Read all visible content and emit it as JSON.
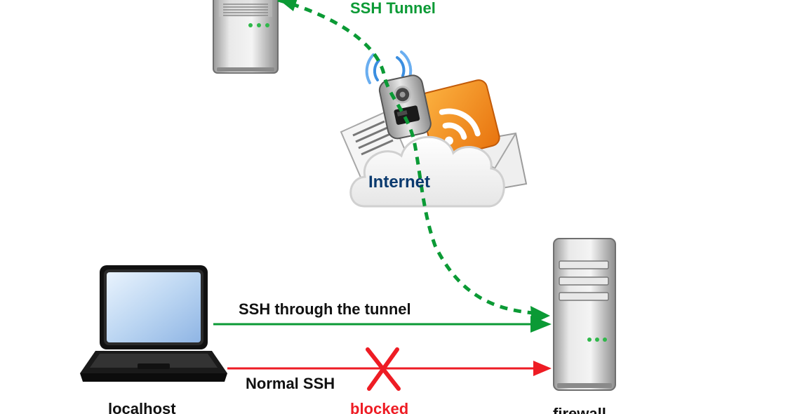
{
  "labels": {
    "ssh_tunnel": "SSH Tunnel",
    "internet": "Internet",
    "ssh_through_tunnel": "SSH through the tunnel",
    "normal_ssh": "Normal SSH",
    "blocked": "blocked",
    "localhost": "localhost",
    "firewall": "firewall"
  },
  "colors": {
    "tunnel_green": "#0b9a35",
    "blocked_red": "#ee1c24",
    "internet_text": "#0b3a6e",
    "label_black": "#111111"
  },
  "icons": [
    "server-icon",
    "laptop-icon",
    "internet-cloud-icon",
    "mobile-phone-icon",
    "rss-icon",
    "document-icon",
    "envelope-icon",
    "wireless-signal-icon",
    "blocked-x-icon"
  ]
}
